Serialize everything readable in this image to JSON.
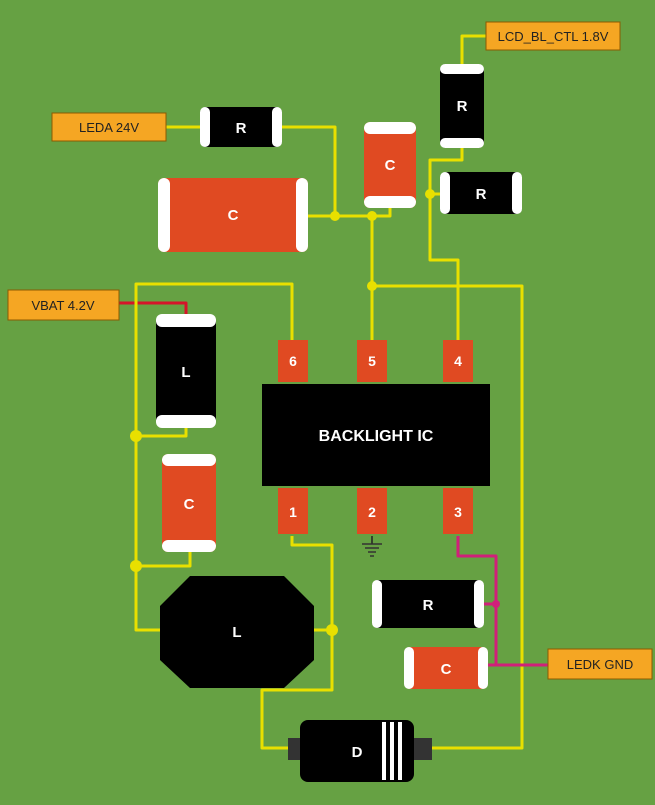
{
  "labels": {
    "lcd_bl_ctl": "LCD_BL_CTL 1.8V",
    "leda": "LEDA 24V",
    "vbat": "VBAT 4.2V",
    "ledk": "LEDK GND"
  },
  "ic": {
    "name": "BACKLIGHT IC",
    "pins": [
      "1",
      "2",
      "3",
      "4",
      "5",
      "6"
    ]
  },
  "components": {
    "resistor": "R",
    "capacitor": "C",
    "inductor": "L",
    "diode": "D"
  },
  "colors": {
    "board": "#66a143",
    "wire": "#e8e000",
    "red_wire": "#d4142a",
    "magenta_wire": "#d0207a",
    "component_body": "#000000",
    "capacitor_body": "#e04a22",
    "label_fill": "#f5a623",
    "pin_fill": "#e04a22"
  }
}
